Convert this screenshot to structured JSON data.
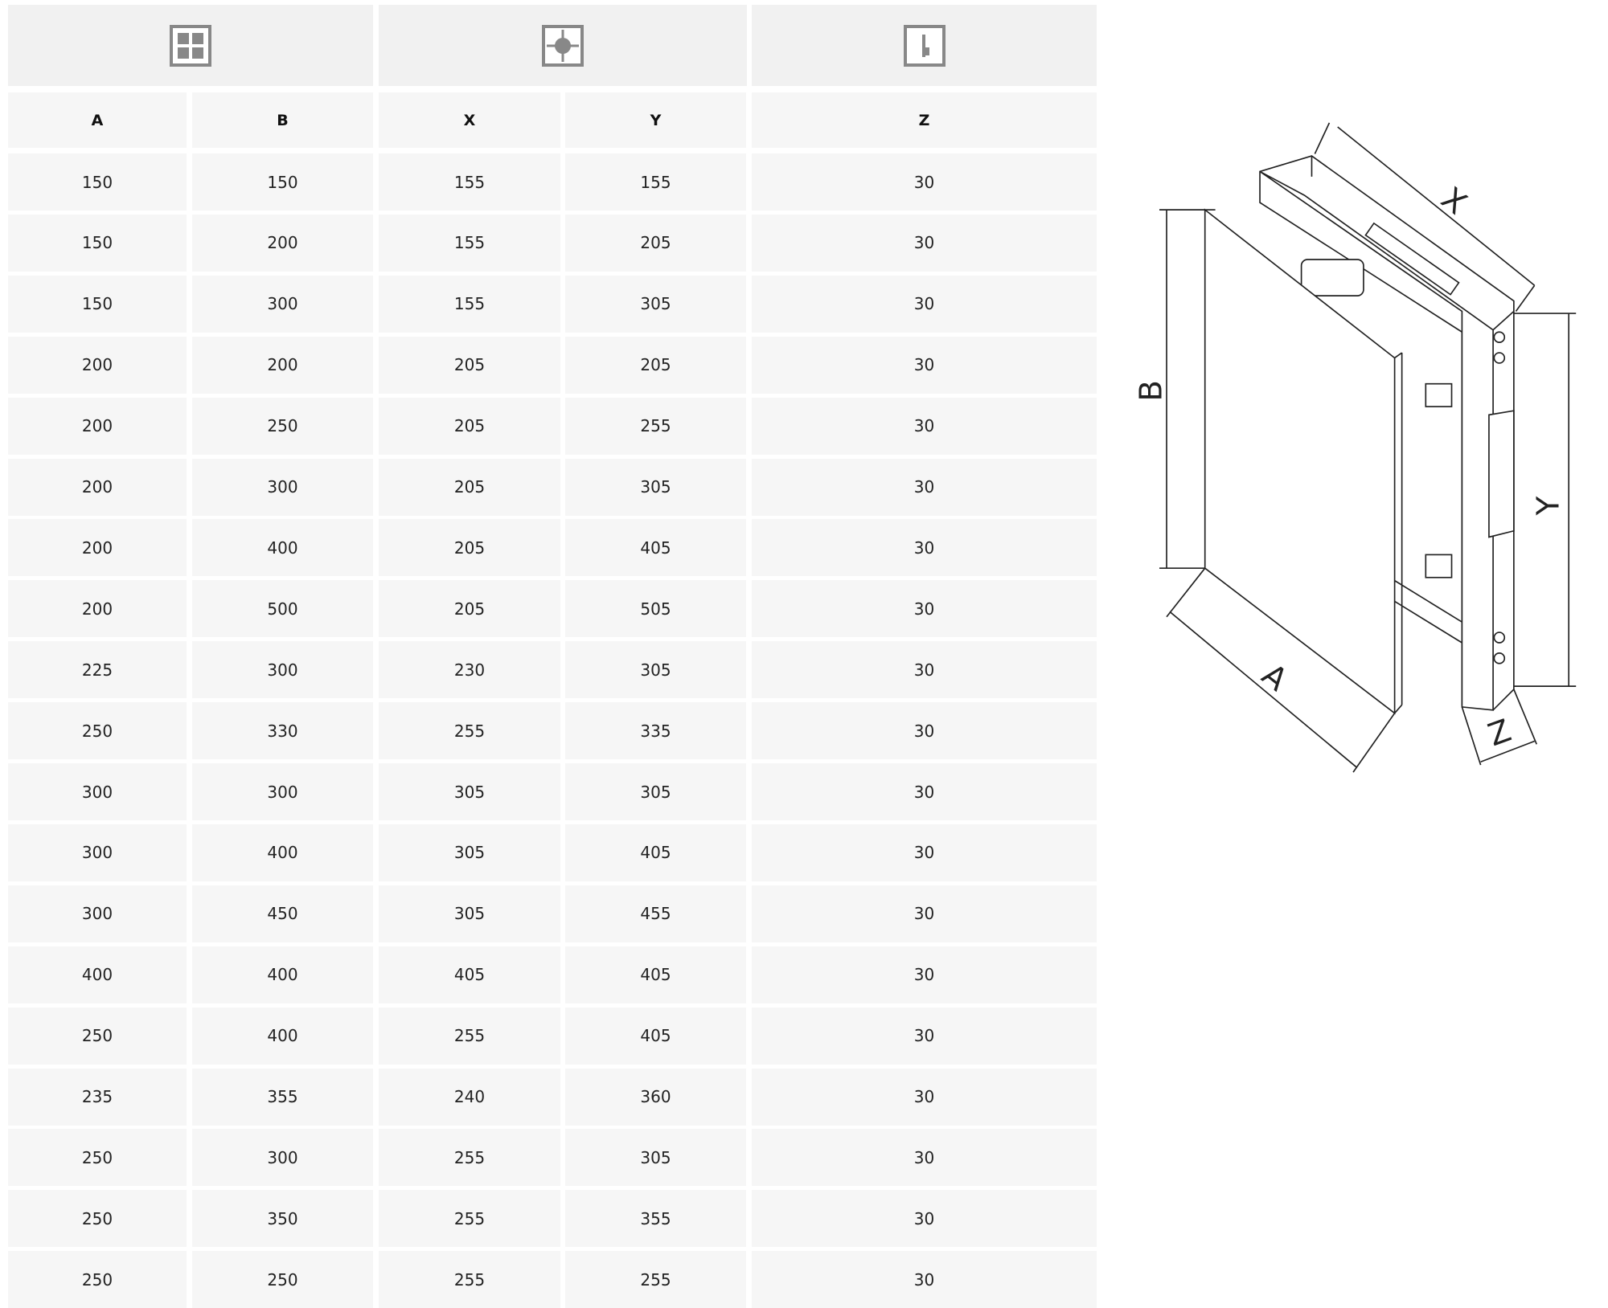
{
  "group_icons": [
    "door-panel-size-icon",
    "wall-opening-size-icon",
    "depth-profile-icon"
  ],
  "columns": [
    "A",
    "B",
    "X",
    "Y",
    "Z"
  ],
  "rows": [
    [
      "150",
      "150",
      "155",
      "155",
      "30"
    ],
    [
      "150",
      "200",
      "155",
      "205",
      "30"
    ],
    [
      "150",
      "300",
      "155",
      "305",
      "30"
    ],
    [
      "200",
      "200",
      "205",
      "205",
      "30"
    ],
    [
      "200",
      "250",
      "205",
      "255",
      "30"
    ],
    [
      "200",
      "300",
      "205",
      "305",
      "30"
    ],
    [
      "200",
      "400",
      "205",
      "405",
      "30"
    ],
    [
      "200",
      "500",
      "205",
      "505",
      "30"
    ],
    [
      "225",
      "300",
      "230",
      "305",
      "30"
    ],
    [
      "250",
      "330",
      "255",
      "335",
      "30"
    ],
    [
      "300",
      "300",
      "305",
      "305",
      "30"
    ],
    [
      "300",
      "400",
      "305",
      "405",
      "30"
    ],
    [
      "300",
      "450",
      "305",
      "455",
      "30"
    ],
    [
      "400",
      "400",
      "405",
      "405",
      "30"
    ],
    [
      "250",
      "400",
      "255",
      "405",
      "30"
    ],
    [
      "235",
      "355",
      "240",
      "360",
      "30"
    ],
    [
      "250",
      "300",
      "255",
      "305",
      "30"
    ],
    [
      "250",
      "350",
      "255",
      "355",
      "30"
    ],
    [
      "250",
      "250",
      "255",
      "255",
      "30"
    ]
  ],
  "diagram": {
    "x": "X",
    "y": "Y",
    "z": "Z",
    "a": "A",
    "b": "B"
  },
  "colors": {
    "header_bg": "#f1f1f1",
    "cell_bg": "#f6f6f6",
    "icon": "#888888"
  }
}
